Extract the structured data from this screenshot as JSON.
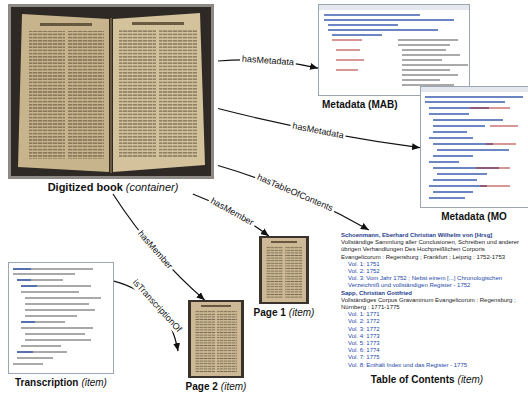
{
  "diagram": {
    "nodes": [
      {
        "text": [
          "Digitized book",
          "(container)"
        ]
      },
      {
        "text": [
          "Metadata (MAB)"
        ]
      },
      {
        "text": [
          "Metadata (MO"
        ]
      },
      {
        "text": [
          "Page 1",
          "(item)"
        ]
      },
      {
        "text": [
          "Table of Contents",
          "(item)"
        ]
      },
      {
        "text": [
          "Transcription",
          "(item)"
        ]
      },
      {
        "text": [
          "Page 2",
          "(item)"
        ]
      }
    ],
    "edges": [
      {
        "from": 0,
        "to": 1,
        "label": "hasMetadata",
        "arrow": "to"
      },
      {
        "from": 0,
        "to": 2,
        "label": "hasMetadata",
        "arrow": "to"
      },
      {
        "from": 0,
        "to": 4,
        "label": "hasTableOfContents",
        "arrow": "to"
      },
      {
        "from": 0,
        "to": 3,
        "label": "hasMember",
        "arrow": "to"
      },
      {
        "from": 0,
        "to": 6,
        "label": "hasMember",
        "arrow": "to"
      },
      {
        "from": 5,
        "to": 6,
        "label": "isTranscriptionOf",
        "arrow": "to"
      }
    ],
    "labels": [
      "Schoenmann, Eberhard Christian Wilhelm von [Hrsg]",
      "Vollständige Sammlung aller Conclusionen, Schreiben und anderer übrigen Verhandlungen Des Hochpreißlichen Corporis Evangelicorum : Regensburg ; Frankfurt ; Leipzig : 1752-1753",
      "Vol. 1: 1751",
      "Vol. 2: 1752",
      "Vol. 3: Vom Jahr 1752 ; Nebst einem [...] Chronologischen Verzeichniß und vollständigen Register - 1752",
      "Sapp, Christian Gottfried",
      "Vollständiges Corpus Gravaminum Evangelicorum : Regensburg ; Nürnberg : 1771-1775",
      "Vol. 1: 1771",
      "Vol. 2: 1772",
      "Vol. 3: 1772",
      "Vol. 4: 1773",
      "Vol. 5: 1773",
      "Vol. 6: 1774",
      "Vol. 7: 1775",
      "Vol. 8: Enthält Index und das Register - 1775"
    ]
  }
}
